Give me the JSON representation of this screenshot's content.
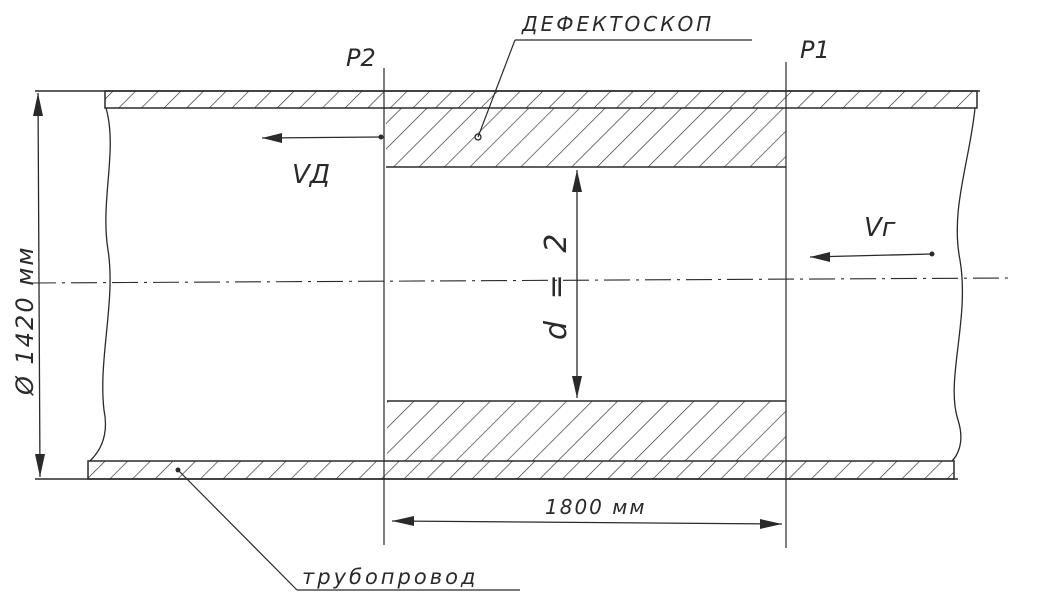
{
  "labels": {
    "detector": "ДЕФЕКТОСКОП",
    "pipeline": "трубопровод",
    "p2": "P2",
    "p1": "P1",
    "v_detector": "VД",
    "v_gas": "Vг",
    "diameter": "Ø 1420 мм",
    "inner_d": "d = 2",
    "length": "1800 мм"
  },
  "colors": {
    "ink": "#2a2a2a"
  }
}
